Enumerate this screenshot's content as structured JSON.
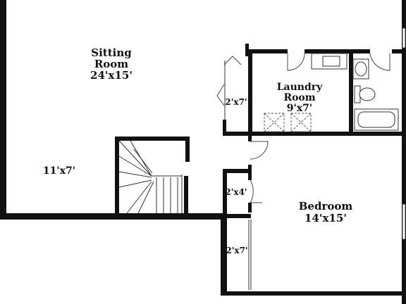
{
  "rooms": {
    "sitting": {
      "name_line1": "Sitting",
      "name_line2": "Room",
      "dims": "24'x15'"
    },
    "nook": {
      "dims": "11'x7'"
    },
    "laundry": {
      "name_line1": "Laundry",
      "name_line2": "Room",
      "dims": "9'x7'"
    },
    "bedroom": {
      "name": "Bedroom",
      "dims": "14'x15'"
    }
  },
  "closets": {
    "upper": "2'x7'",
    "middle": "2'x4'",
    "lower": "2'x7'"
  },
  "colors": {
    "wall": "#111111",
    "background": "#ffffff",
    "line": "#333333"
  }
}
